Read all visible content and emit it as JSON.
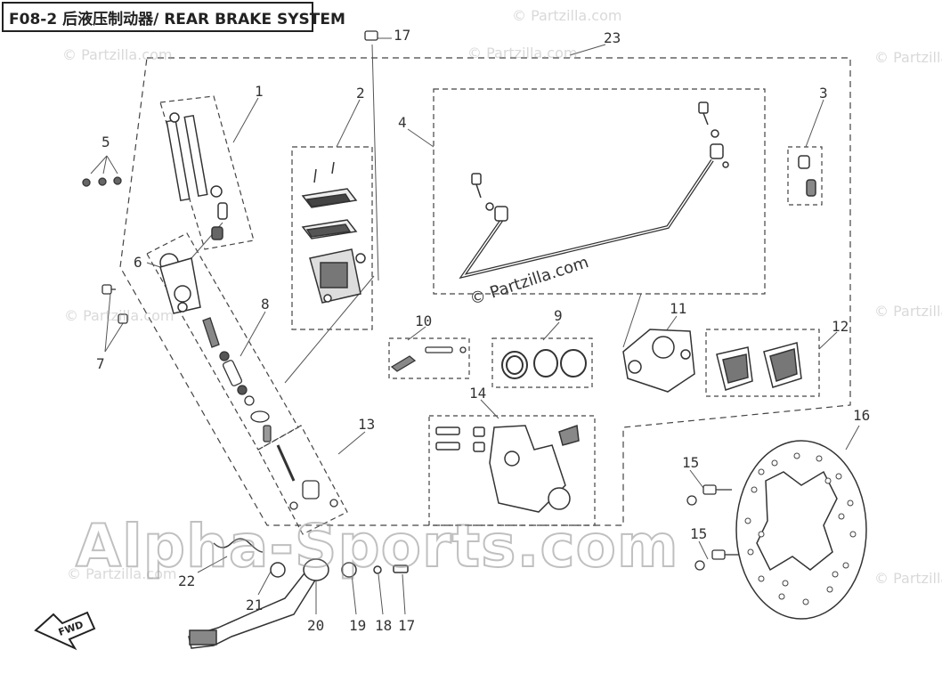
{
  "title": "F08-2 后液压制动器/ REAR BRAKE SYSTEM",
  "watermarks": {
    "partzilla": "© Partzilla.com",
    "center": "© Partzilla.com",
    "alpha": "Alpha-Sports.com"
  },
  "fwd_label": "FWD",
  "callouts": {
    "c1": "1",
    "c2": "2",
    "c3": "3",
    "c4": "4",
    "c5": "5",
    "c6": "6",
    "c7": "7",
    "c8": "8",
    "c9": "9",
    "c10": "10",
    "c11": "11",
    "c12": "12",
    "c13": "13",
    "c14": "14",
    "c15a": "15",
    "c15b": "15",
    "c16": "16",
    "c17a": "17",
    "c17b": "17",
    "c18": "18",
    "c19": "19",
    "c20": "20",
    "c21": "21",
    "c22": "22",
    "c23": "23"
  }
}
